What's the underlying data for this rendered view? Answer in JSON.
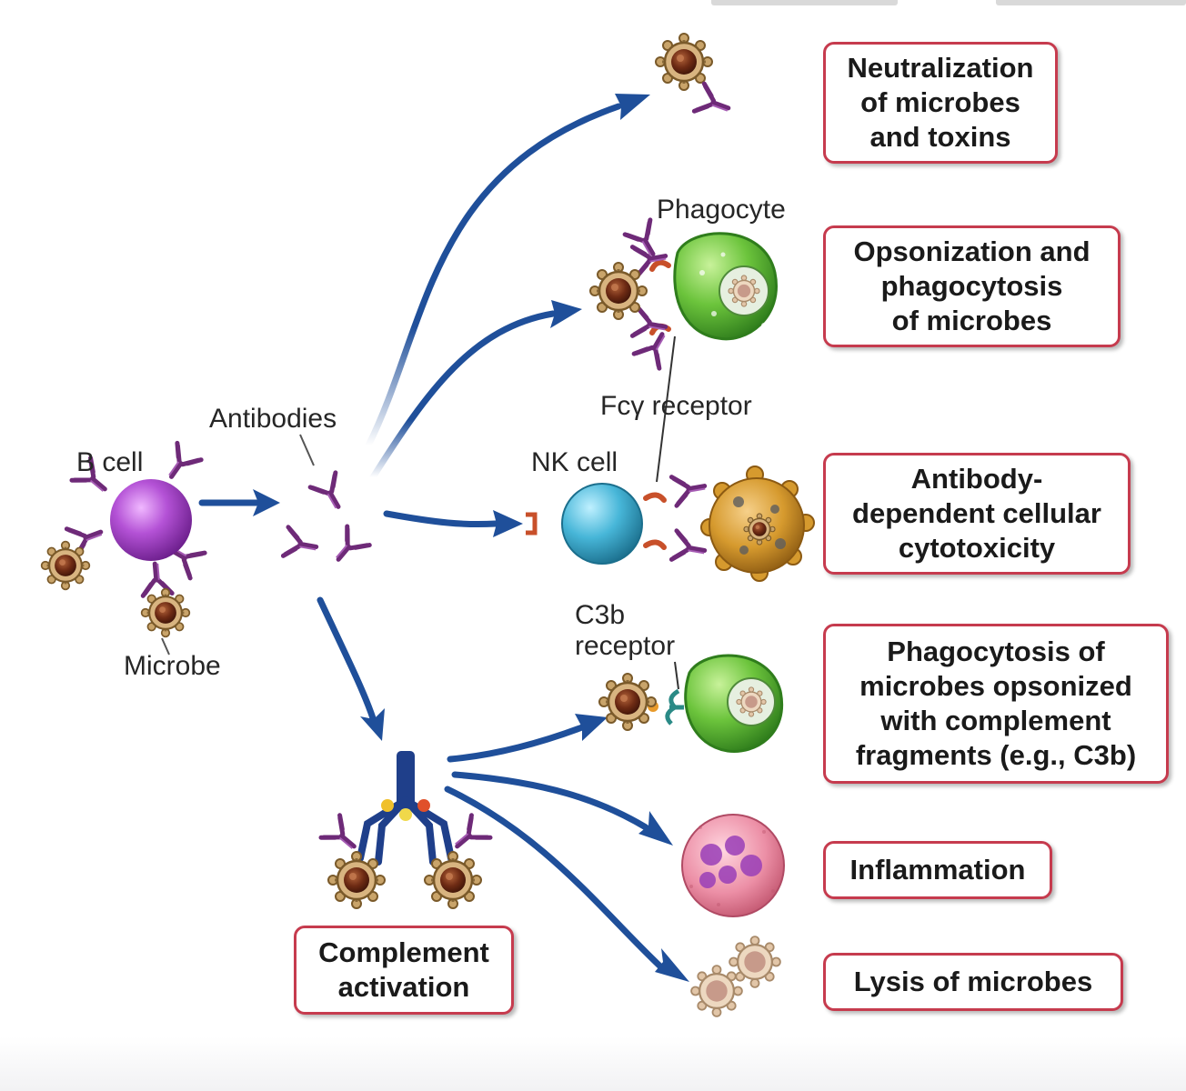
{
  "labels": {
    "b_cell": "B cell",
    "antibodies": "Antibodies",
    "microbe": "Microbe",
    "phagocyte": "Phagocyte",
    "fc_receptor": "Fcγ receptor",
    "nk_cell": "NK cell",
    "c3b_receptor": "C3b\nreceptor"
  },
  "effector_functions": {
    "neutralization": "Neutralization\nof microbes\nand toxins",
    "opsonization": "Opsonization and\nphagocytosis\nof microbes",
    "adcc": "Antibody-\ndependent cellular\ncytotoxicity",
    "complement_phagocytosis": "Phagocytosis of\nmicrobes opsonized\nwith complement\nfragments (e.g., C3b)",
    "inflammation": "Inflammation",
    "lysis": "Lysis of microbes",
    "complement_activation": "Complement\nactivation"
  },
  "colors": {
    "arrow": "#1f4f9a",
    "box_border": "#c63b4e",
    "b_cell": "#9a3fb8",
    "antibody": "#6e2a78",
    "phagocyte": "#66b83a",
    "nk_cell": "#3aa9c9",
    "microbe": "#7a3d1a",
    "infected_cell": "#d49a2a",
    "receptor": "#c8502a",
    "c3b_receptor": "#2a8a86",
    "mast_cell": "#e88aa0"
  }
}
